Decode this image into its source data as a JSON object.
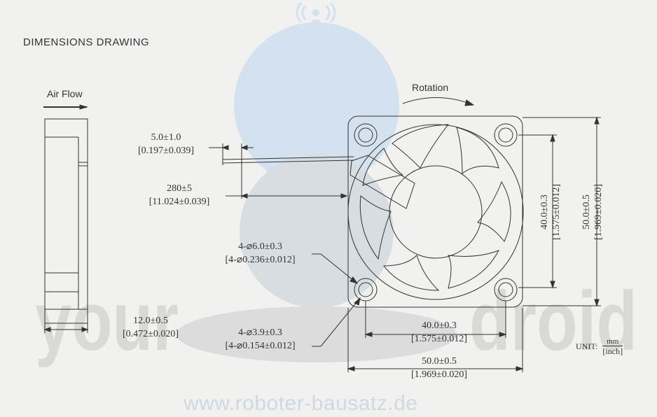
{
  "title": "DIMENSIONS DRAWING",
  "labels": {
    "air_flow": "Air Flow",
    "rotation": "Rotation"
  },
  "dimensions": {
    "lead_strip": {
      "mm": "5.0±1.0",
      "inch": "[0.197±0.039]"
    },
    "lead_length": {
      "mm": "280±5",
      "inch": "[11.024±0.039]"
    },
    "mount_dia_outer": {
      "mm": "4-⌀6.0±0.3",
      "inch": "[4-⌀0.236±0.012]"
    },
    "mount_dia_inner": {
      "mm": "4-⌀3.9±0.3",
      "inch": "[4-⌀0.154±0.012]"
    },
    "thickness": {
      "mm": "12.0±0.5",
      "inch": "[0.472±0.020]"
    },
    "hole_spacing_h": {
      "mm": "40.0±0.3",
      "inch": "[1.575±0.012]"
    },
    "size_h": {
      "mm": "50.0±0.5",
      "inch": "[1.969±0.020]"
    },
    "hole_spacing_v": {
      "mm": "40.0±0.3",
      "inch": "[1.575±0.012]"
    },
    "size_v": {
      "mm": "50.0±0.5",
      "inch": "[1.969±0.020]"
    }
  },
  "unit": {
    "label": "UNIT:",
    "numerator": "mm",
    "denominator": "[inch]"
  },
  "watermark": {
    "left": "your",
    "right": "droid",
    "url": "www.roboter-bausatz.de"
  },
  "colors": {
    "line": "#333333",
    "background": "#f1f1ef",
    "watermark_blue": "#c9dcea",
    "watermark_grey": "#d8d8d6"
  }
}
